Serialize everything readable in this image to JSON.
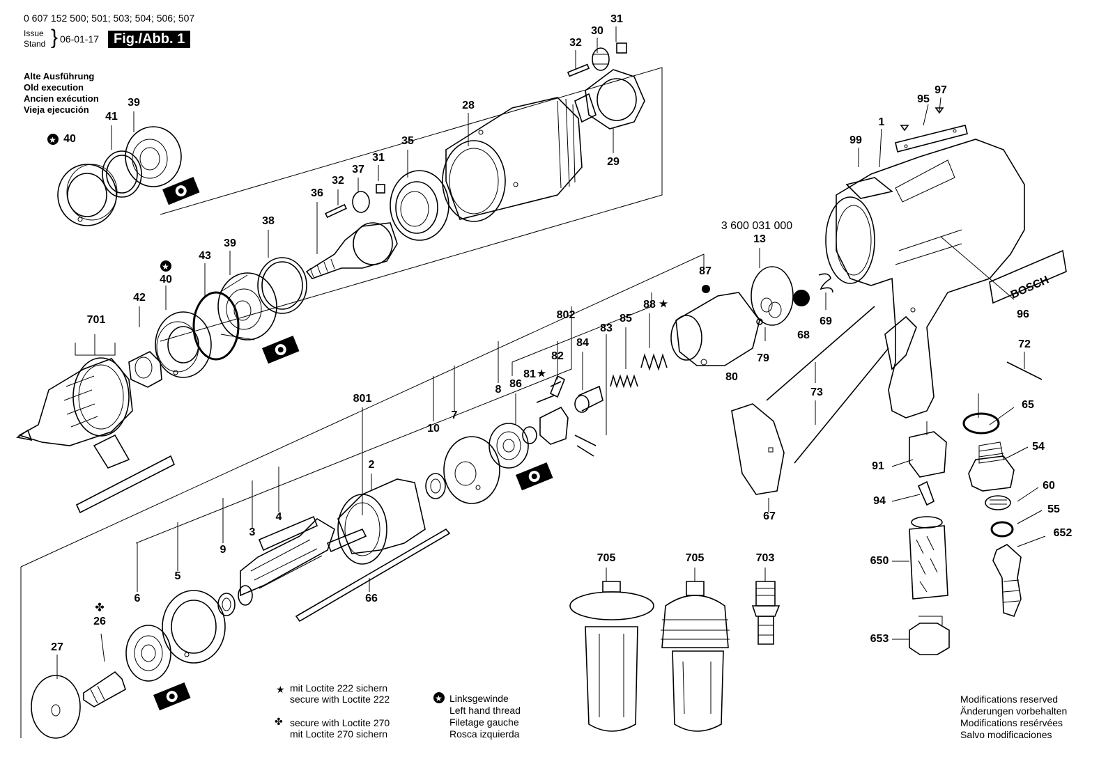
{
  "header": {
    "part_numbers": "0 607 152 500; 501; 503; 504; 506; 507",
    "issue_label": "Issue",
    "stand_label": "Stand",
    "date": "06-01-17",
    "figure": "Fig./Abb. 1"
  },
  "old_execution": [
    "Alte Ausführung",
    "Old execution",
    "Ancien exécution",
    "Vieja ejecución"
  ],
  "parts": {
    "p1": "1",
    "p2": "2",
    "p3": "3",
    "p4": "4",
    "p5": "5",
    "p6": "6",
    "p7": "7",
    "p8": "8",
    "p9": "9",
    "p10": "10",
    "p13": "13",
    "p26": "26",
    "p27": "27",
    "p28": "28",
    "p29": "29",
    "p30": "30",
    "p31a": "31",
    "p31b": "31",
    "p32a": "32",
    "p32b": "32",
    "p35": "35",
    "p36": "36",
    "p37": "37",
    "p38": "38",
    "p39a": "39",
    "p39b": "39",
    "p40a": "40",
    "p40b": "40",
    "p41": "41",
    "p42": "42",
    "p43": "43",
    "p54": "54",
    "p55": "55",
    "p60": "60",
    "p65": "65",
    "p66": "66",
    "p67": "67",
    "p68": "68",
    "p69": "69",
    "p72": "72",
    "p73": "73",
    "p79": "79",
    "p80": "80",
    "p81": "81",
    "p82": "82",
    "p83": "83",
    "p84": "84",
    "p85": "85",
    "p86": "86",
    "p87": "87",
    "p88": "88",
    "p91": "91",
    "p94": "94",
    "p95": "95",
    "p96": "96",
    "p97": "97",
    "p99": "99",
    "p650": "650",
    "p652": "652",
    "p653": "653",
    "p701": "701",
    "p703": "703",
    "p705a": "705",
    "p705b": "705",
    "p801": "801",
    "p802": "802",
    "kit": "3 600 031 000"
  },
  "brand_plate": "BOSCH",
  "notes": {
    "loctite222": [
      "mit Loctite 222 sichern",
      "secure with Loctite 222"
    ],
    "loctite270": [
      "secure with Loctite 270",
      "mit Loctite 270 sichern"
    ],
    "left_thread": [
      "Linksgewinde",
      "Left hand thread",
      "Filetage gauche",
      "Rosca izquierda"
    ],
    "modifications": [
      "Modifications reserved",
      "Änderungen vorbehalten",
      "Modifications resérvées",
      "Salvo modificaciones"
    ]
  },
  "icons": [
    "star-icon",
    "club-icon",
    "left-thread-icon",
    "bearing-symbol-icon"
  ]
}
